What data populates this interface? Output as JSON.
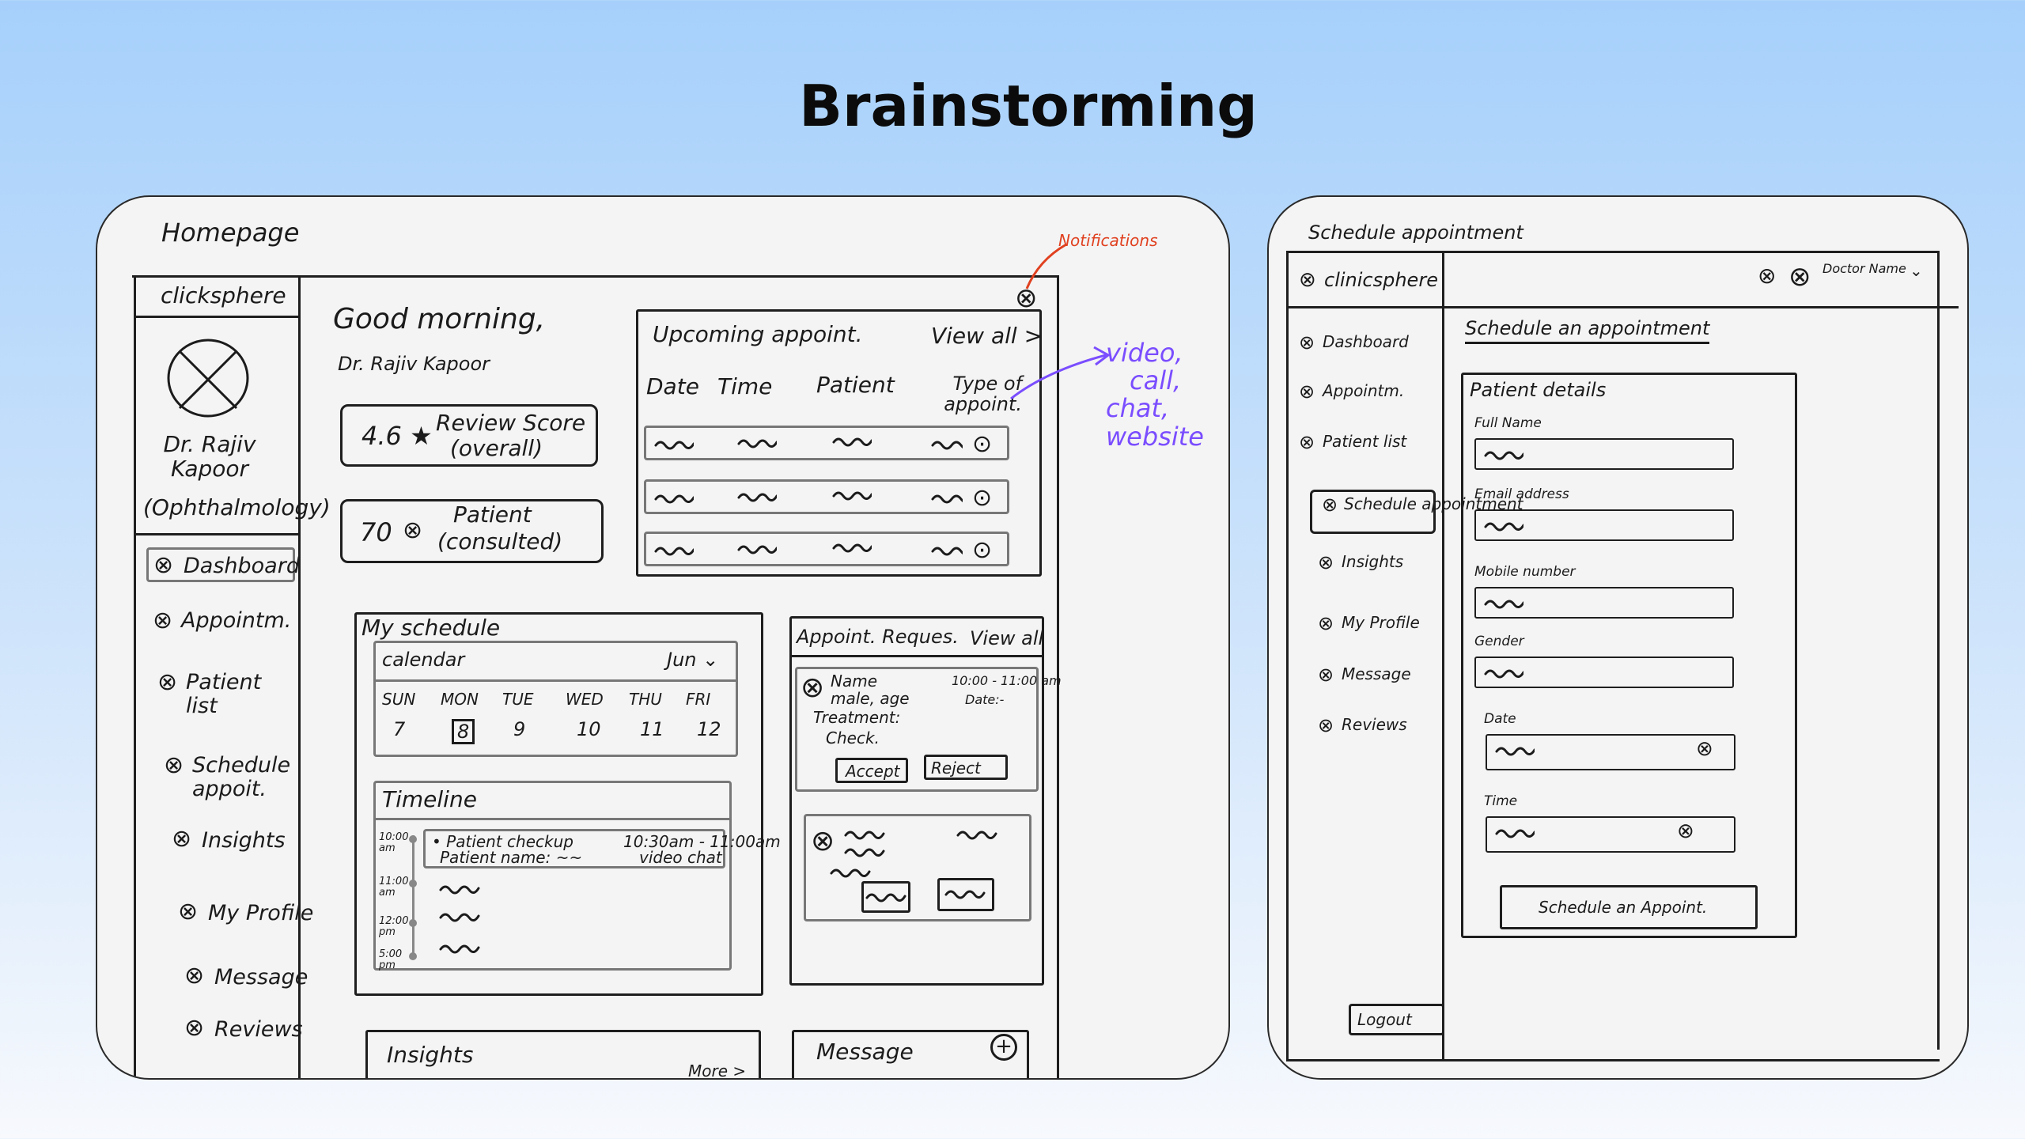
{
  "slide": {
    "title": "Brainstorming"
  },
  "homepage": {
    "label": "Homepage",
    "brand": "clicksphere",
    "doctor_name": "Dr. Rajiv Kapoor",
    "specialty": "(Ophthalmology)",
    "nav": [
      "Dashboard",
      "Appointm.",
      "Patient list",
      "Schedule appoit.",
      "Insights",
      "My Profile",
      "Message",
      "Reviews"
    ],
    "active_nav": "Dashboard",
    "greeting": "Good morning,",
    "greeting_name": "Dr. Rajiv Kapoor",
    "review_card": {
      "value": "4.6 ★",
      "label": "Review Score",
      "sub": "(overall)"
    },
    "patient_card": {
      "value": "70",
      "label": "Patient",
      "sub": "(consulted)"
    },
    "notification_annotation": "Notifications",
    "upcoming": {
      "title": "Upcoming appoint.",
      "view_all": "View all >",
      "columns": [
        "Date",
        "Time",
        "Patient",
        "Type of appoint."
      ],
      "row_count": 3
    },
    "type_annotation": [
      "video,",
      "call,",
      "chat,",
      "website"
    ],
    "schedule": {
      "title": "My schedule",
      "calendar_label": "calendar",
      "month": "Jun ⌄",
      "days": [
        "SUN",
        "MON",
        "TUE",
        "WED",
        "THU",
        "FRI"
      ],
      "dates": [
        "7",
        "8",
        "9",
        "10",
        "11",
        "12"
      ],
      "selected_date": "8",
      "timeline_title": "Timeline",
      "times": [
        "10:00 am",
        "11:00 am",
        "12:00 pm",
        "5:00 pm"
      ],
      "event": {
        "title": "• Patient checkup",
        "patient": "Patient name: ~~",
        "time": "10:30am - 11:00am",
        "type": "video chat"
      }
    },
    "requests": {
      "title": "Appoint. Reques.",
      "view_all": "View all",
      "card": {
        "name": "Name",
        "meta": "male, age",
        "treatment": "Treatment:",
        "treatment_value": "Check.",
        "time": "10:00 - 11:00 am",
        "date": "Date:-",
        "accept": "Accept",
        "reject": "Reject"
      }
    },
    "insights": {
      "title": "Insights",
      "more": "More >"
    },
    "message": {
      "title": "Message",
      "add": "+"
    }
  },
  "schedule_page": {
    "label": "Schedule appointment",
    "brand": "clinicsphere",
    "user": "Doctor Name",
    "nav": [
      "Dashboard",
      "Appointm.",
      "Patient list",
      "Schedule appointment",
      "Insights",
      "My Profile",
      "Message",
      "Reviews"
    ],
    "active_nav": "Schedule appointment",
    "logout": "Logout",
    "heading": "Schedule an appointment",
    "form_title": "Patient details",
    "fields": [
      "Full Name",
      "Email address",
      "Mobile number",
      "Gender",
      "Date",
      "Time"
    ],
    "submit": "Schedule an Appoint."
  },
  "colors": {
    "annotation_red": "#e0401f",
    "annotation_purple": "#7a4dff"
  }
}
